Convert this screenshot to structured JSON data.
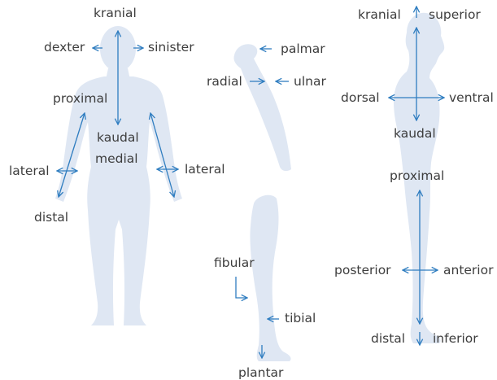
{
  "colors": {
    "body": "#dfe7f3",
    "arrow": "#2f7dc0",
    "text": "#3d3d3d"
  },
  "labels": {
    "front": {
      "kranial": "kranial",
      "dexter": "dexter",
      "sinister": "sinister",
      "proximal": "proximal",
      "kaudal": "kaudal",
      "medial": "medial",
      "lateral_left": "lateral",
      "lateral_right": "lateral",
      "distal": "distal"
    },
    "arm": {
      "palmar": "palmar",
      "radial": "radial",
      "ulnar": "ulnar"
    },
    "leg": {
      "fibular": "fibular",
      "tibial": "tibial",
      "plantar": "plantar"
    },
    "side": {
      "kranial": "kranial",
      "superior": "superior",
      "dorsal": "dorsal",
      "ventral": "ventral",
      "kaudal": "kaudal",
      "proximal": "proximal",
      "posterior": "posterior",
      "anterior": "anterior",
      "distal": "distal",
      "inferior": "inferior"
    }
  }
}
